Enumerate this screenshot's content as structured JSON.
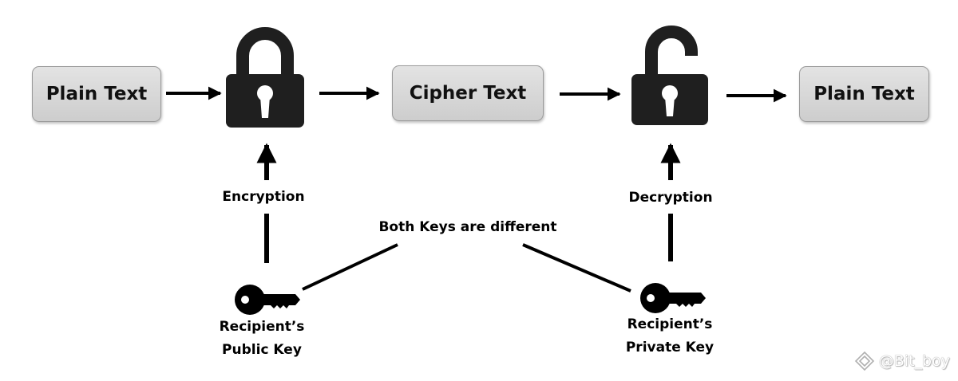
{
  "boxes": {
    "plain_text_input": "Plain Text",
    "cipher_text": "Cipher Text",
    "plain_text_output": "Plain Text"
  },
  "labels": {
    "encryption": "Encryption",
    "decryption": "Decryption",
    "both_keys": "Both Keys are different",
    "public_key_line1": "Recipient’s",
    "public_key_line2": "Public Key",
    "private_key_line1": "Recipient’s",
    "private_key_line2": "Private Key"
  },
  "icons": {
    "locked": "padlock-closed-icon",
    "unlocked": "padlock-open-icon",
    "public_key": "key-icon",
    "private_key": "key-icon"
  },
  "watermark": {
    "text": "@Bit_boy"
  },
  "colors": {
    "box_fill": "#d6d6d6",
    "ink": "#1a1a1a"
  }
}
